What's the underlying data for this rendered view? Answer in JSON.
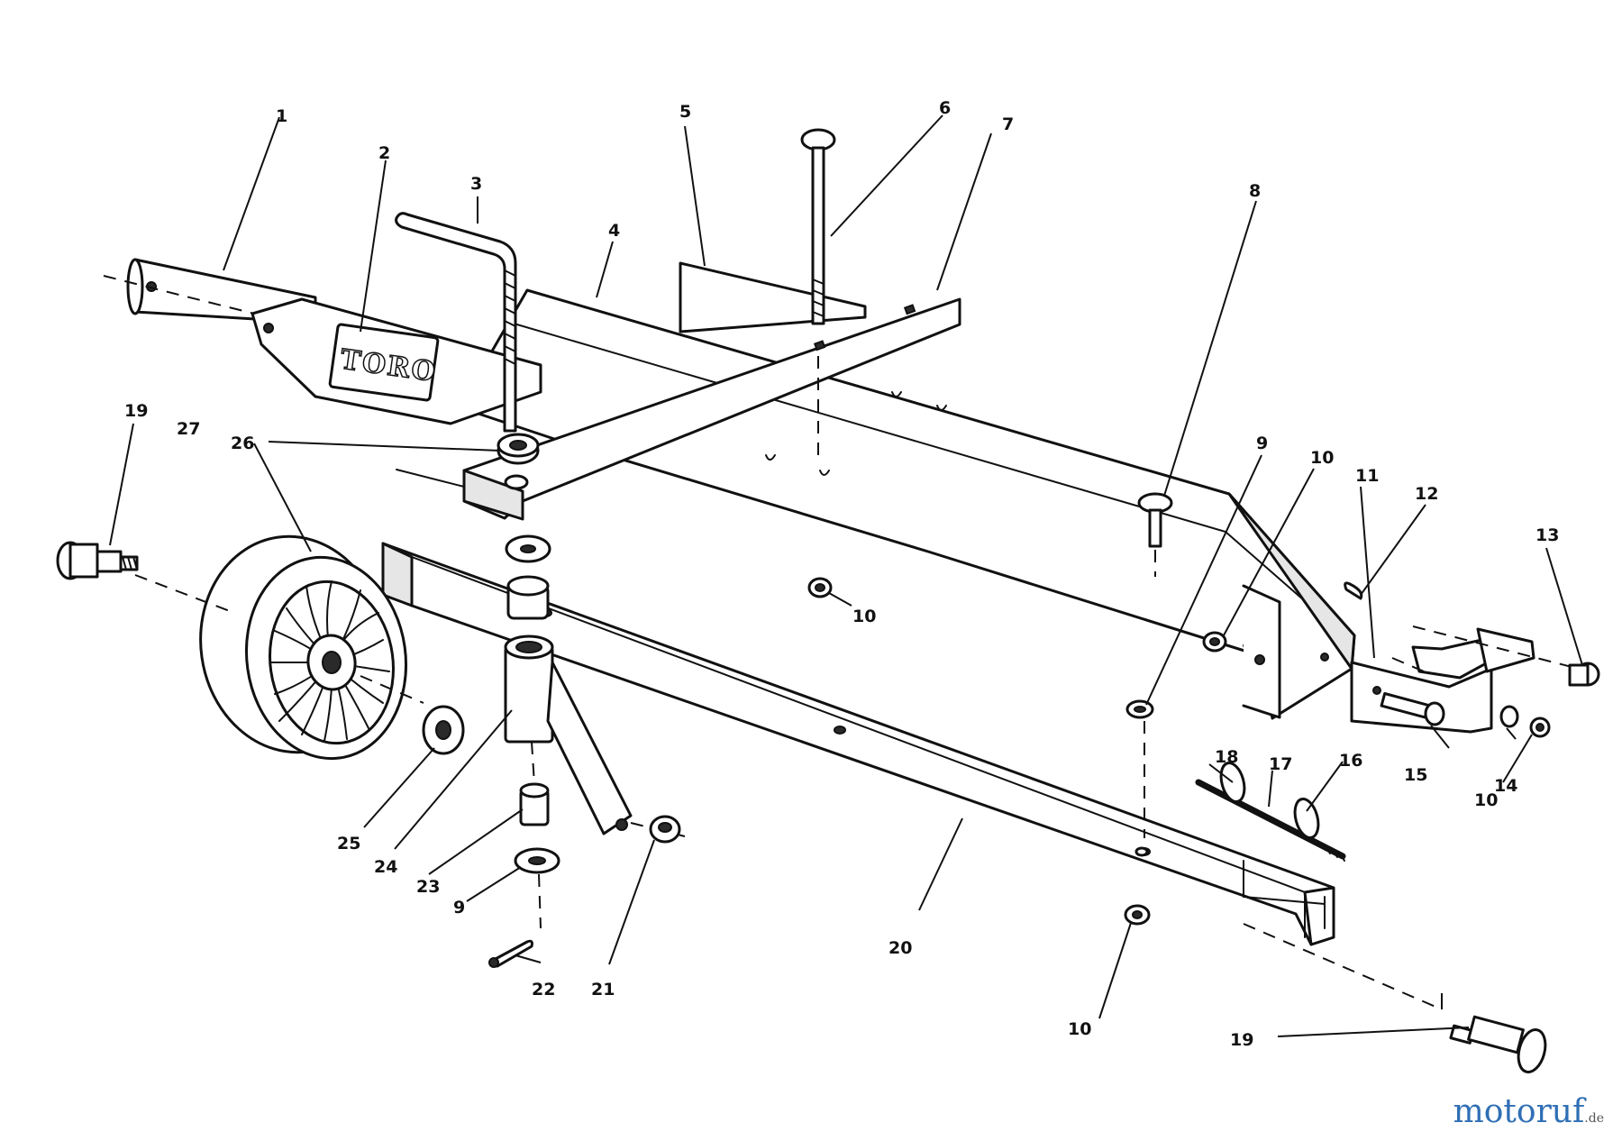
{
  "diagram": {
    "brand_logo": "TORO",
    "watermark": {
      "name": "motoruf",
      "tld": ".de"
    },
    "callouts": [
      {
        "id": "c1",
        "label": "1",
        "part": "tow-bar"
      },
      {
        "id": "c2",
        "label": "2",
        "part": "hitch-bracket"
      },
      {
        "id": "c3",
        "label": "3",
        "part": "adjusting-screw"
      },
      {
        "id": "c4",
        "label": "4",
        "part": "hopper-frame"
      },
      {
        "id": "c5",
        "label": "5",
        "part": "plate"
      },
      {
        "id": "c6",
        "label": "6",
        "part": "carriage-bolt-long"
      },
      {
        "id": "c7",
        "label": "7",
        "part": "cross-bar"
      },
      {
        "id": "c8",
        "label": "8",
        "part": "carriage-bolt"
      },
      {
        "id": "c9",
        "label": "9",
        "part": "washer"
      },
      {
        "id": "c10",
        "label": "10",
        "part": "nut"
      },
      {
        "id": "c11",
        "label": "11",
        "part": "side-bracket"
      },
      {
        "id": "c12",
        "label": "12",
        "part": "cotter-pin"
      },
      {
        "id": "c13",
        "label": "13",
        "part": "nut"
      },
      {
        "id": "c14",
        "label": "14",
        "part": "washer"
      },
      {
        "id": "c15",
        "label": "15",
        "part": "bolt"
      },
      {
        "id": "c16",
        "label": "16",
        "part": "spring-clip"
      },
      {
        "id": "c17",
        "label": "17",
        "part": "shaft"
      },
      {
        "id": "c18",
        "label": "18",
        "part": "spring-clip"
      },
      {
        "id": "c19",
        "label": "19",
        "part": "shoulder-bolt"
      },
      {
        "id": "c20",
        "label": "20",
        "part": "axle-channel"
      },
      {
        "id": "c21",
        "label": "21",
        "part": "lock-nut"
      },
      {
        "id": "c22",
        "label": "22",
        "part": "cotter-pin"
      },
      {
        "id": "c23",
        "label": "23",
        "part": "bushing"
      },
      {
        "id": "c24",
        "label": "24",
        "part": "wheel-bracket"
      },
      {
        "id": "c25",
        "label": "25",
        "part": "washer"
      },
      {
        "id": "c26",
        "label": "26",
        "part": "nut"
      },
      {
        "id": "c27",
        "label": "27",
        "part": "wheel"
      }
    ]
  }
}
